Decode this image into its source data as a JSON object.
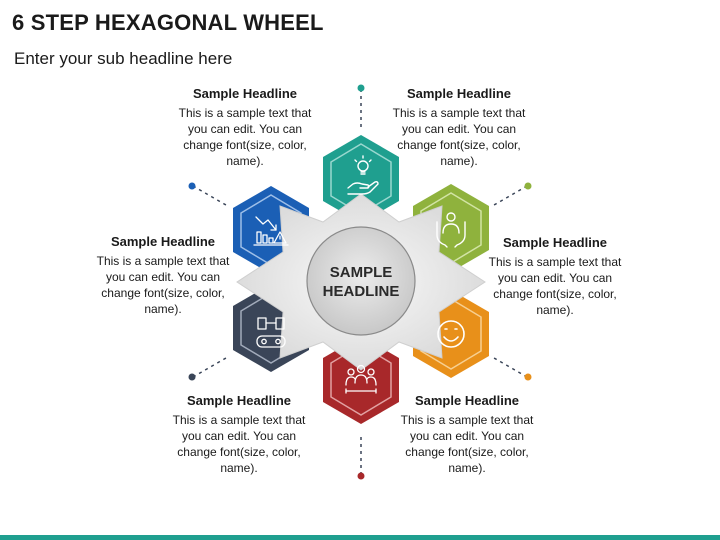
{
  "title": "6 STEP HEXAGONAL WHEEL",
  "subtitle": "Enter your sub headline here",
  "center": {
    "line1": "SAMPLE",
    "line2": "HEADLINE"
  },
  "steps": [
    {
      "headline": "Sample Headline",
      "body": "This is a sample text that you can edit. You can change font(size, color, name).",
      "color": "#1f9f8f",
      "icon": "lightbulb-hand-icon"
    },
    {
      "headline": "Sample Headline",
      "body": "This is a sample text that you can edit. You can change font(size, color, name).",
      "color": "#8fb23d",
      "icon": "person-hands-icon"
    },
    {
      "headline": "Sample Headline",
      "body": "This is a sample text that you can edit. You can change font(size, color, name).",
      "color": "#e8901a",
      "icon": "smiley-icon"
    },
    {
      "headline": "Sample Headline",
      "body": "This is a sample text that you can edit. You can change font(size, color, name).",
      "color": "#a8282a",
      "icon": "team-icon"
    },
    {
      "headline": "Sample Headline",
      "body": "This is a sample text that you can edit. You can change font(size, color, name).",
      "color": "#3a4558",
      "icon": "vr-headset-icon"
    },
    {
      "headline": "Sample Headline",
      "body": "This is a sample text that you can edit. You can change font(size, color, name).",
      "color": "#1b5fb5",
      "icon": "declining-chart-icon"
    }
  ]
}
